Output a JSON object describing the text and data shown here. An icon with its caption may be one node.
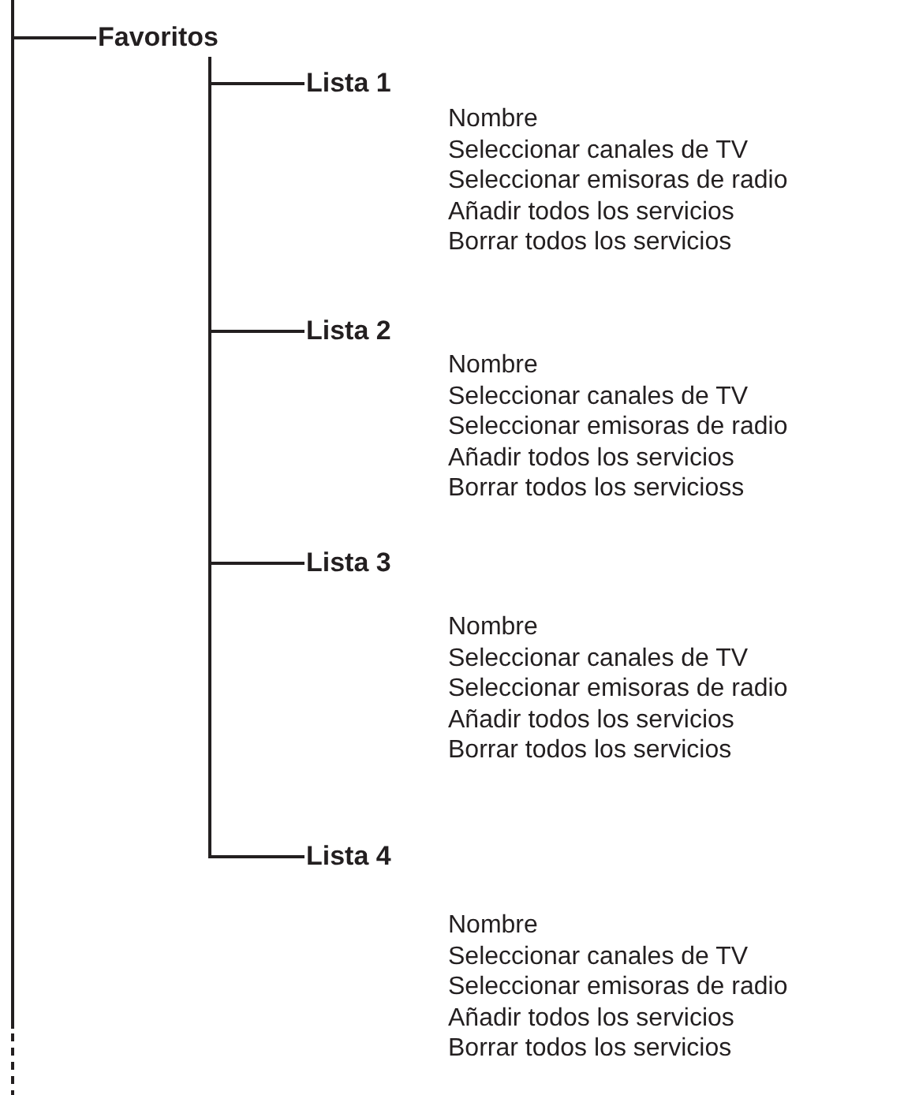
{
  "diagram": {
    "nodes": [
      {
        "text": [
          "Favoritos"
        ]
      },
      {
        "text": [
          "Lista 1",
          "Nombre",
          "Seleccionar canales de TV",
          "Seleccionar emisoras de radio",
          "Añadir todos los servicios",
          "Borrar todos los servicios"
        ]
      },
      {
        "text": [
          "Lista 2",
          "Nombre",
          "Seleccionar canales de TV",
          "Seleccionar emisoras de radio",
          "Añadir todos los servicios",
          "Borrar todos los servicioss"
        ]
      },
      {
        "text": [
          "Lista 3",
          "Nombre",
          "Seleccionar canales de TV",
          "Seleccionar emisoras de radio",
          "Añadir todos los servicios",
          "Borrar todos los servicios"
        ]
      },
      {
        "text": [
          "Lista 4",
          "Nombre",
          "Seleccionar canales de TV",
          "Seleccionar emisoras de radio",
          "Añadir todos los servicios",
          "Borrar todos los servicios"
        ]
      }
    ],
    "edges": [
      {
        "from": null,
        "to": 0,
        "arrow": "none"
      },
      {
        "from": 0,
        "to": 1,
        "arrow": "none"
      },
      {
        "from": 0,
        "to": 2,
        "arrow": "none"
      },
      {
        "from": 0,
        "to": 3,
        "arrow": "none"
      },
      {
        "from": 0,
        "to": 4,
        "arrow": "none"
      }
    ]
  }
}
